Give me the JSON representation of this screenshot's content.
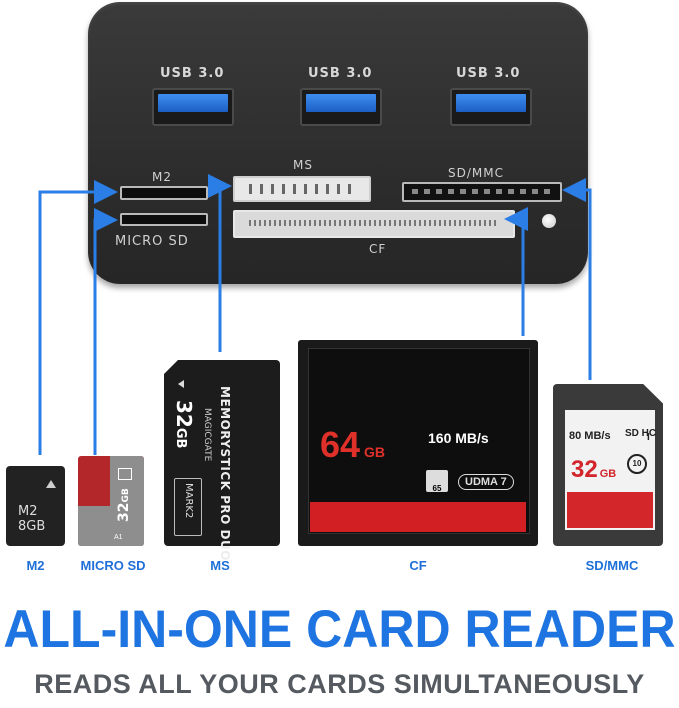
{
  "device": {
    "usb_ports": [
      {
        "label": "USB 3.0"
      },
      {
        "label": "USB 3.0"
      },
      {
        "label": "USB 3.0"
      }
    ],
    "slots": {
      "m2": "M2",
      "micro_sd": "MICRO SD",
      "ms": "MS",
      "sd_mmc": "SD/MMC",
      "cf": "CF"
    }
  },
  "cards": {
    "m2": {
      "caption": "M2",
      "text_line1": "M2",
      "text_line2": "8GB"
    },
    "micro_sd": {
      "caption": "MICRO SD",
      "capacity": "32",
      "unit": "GB",
      "class_mark": "A1"
    },
    "ms": {
      "caption": "MS",
      "capacity": "32",
      "unit": "GB",
      "brand": "MEMORYSTICK PRO DUO",
      "sub": "MAGICGATE",
      "mark": "MARK2"
    },
    "cf": {
      "caption": "CF",
      "capacity": "64",
      "unit": "GB",
      "speed": "160 MB/s",
      "vpg": "65",
      "udma": "UDMA 7"
    },
    "sd": {
      "caption": "SD/MMC",
      "speed": "80 MB/s",
      "capacity": "32",
      "unit": "GB",
      "logo": "SD HC",
      "class": "10",
      "uhs": "I"
    }
  },
  "headline": "ALL-IN-ONE CARD READER",
  "subline": "READS ALL YOUR CARDS SIMULTANEOUSLY",
  "colors": {
    "accent_blue": "#1e74e0",
    "arrow_blue": "#2a7ee6",
    "device_body": "#2d2d2d",
    "usb_blue": "#2a6fd6",
    "cf_red": "#e0302a",
    "card_red": "#c6262a",
    "subline_gray": "#555a60"
  }
}
